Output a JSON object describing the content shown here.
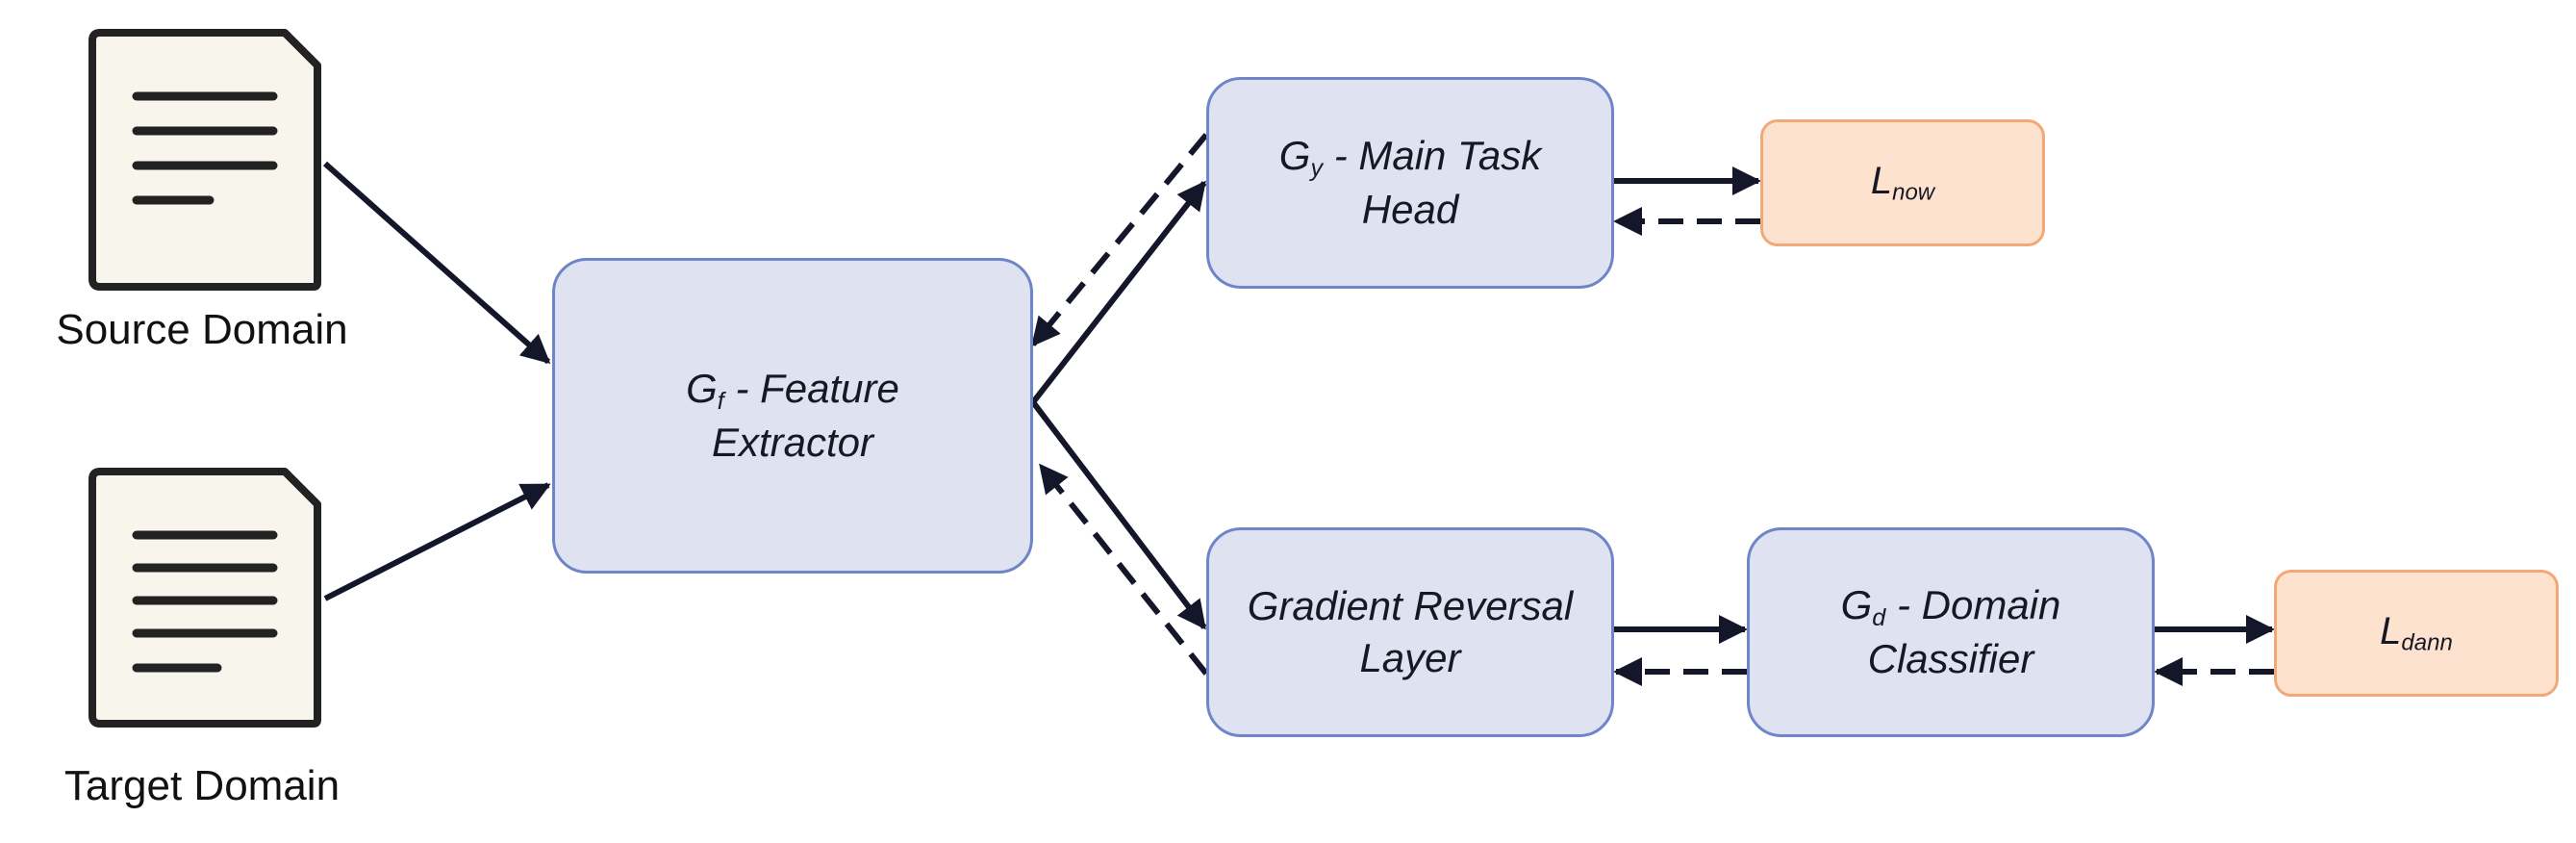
{
  "inputs": {
    "source_label": "Source Domain",
    "target_label": "Target Domain",
    "icon": "document-icon"
  },
  "nodes": {
    "feature_extractor": {
      "symbol": "G",
      "subscript": "f",
      "text": " - Feature",
      "line2": "Extractor"
    },
    "main_task_head": {
      "symbol": "G",
      "subscript": "y",
      "text": " - Main Task",
      "line2": "Head"
    },
    "gradient_reversal": {
      "line1": "Gradient Reversal",
      "line2": "Layer"
    },
    "domain_classifier": {
      "symbol": "G",
      "subscript": "d",
      "text": " - Domain",
      "line2": "Classifier"
    }
  },
  "losses": {
    "now": {
      "symbol": "L",
      "subscript": "now"
    },
    "dann": {
      "symbol": "L",
      "subscript": "dann"
    }
  },
  "colors": {
    "node_fill": "#dfe3f1",
    "node_border": "#6e86c8",
    "loss_fill": "#fce2cf",
    "loss_border": "#f2a877",
    "arrow": "#14162a",
    "doc_fill": "#f7f5ec"
  }
}
